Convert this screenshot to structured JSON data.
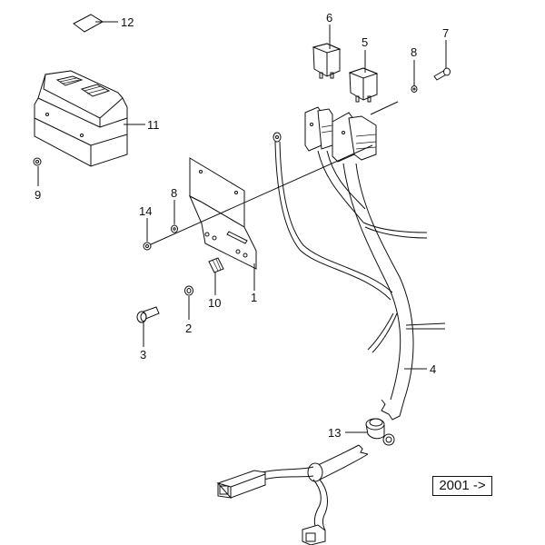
{
  "diagram": {
    "type": "exploded-parts-diagram",
    "callouts": [
      {
        "number": "1",
        "part": "mounting-bracket"
      },
      {
        "number": "2",
        "part": "washer"
      },
      {
        "number": "3",
        "part": "bolt"
      },
      {
        "number": "4",
        "part": "wiring-harness"
      },
      {
        "number": "5",
        "part": "relay"
      },
      {
        "number": "6",
        "part": "relay"
      },
      {
        "number": "7",
        "part": "screw"
      },
      {
        "number": "8",
        "part": "washer"
      },
      {
        "number": "9",
        "part": "nut"
      },
      {
        "number": "10",
        "part": "fuse-holder"
      },
      {
        "number": "11",
        "part": "cover"
      },
      {
        "number": "12",
        "part": "label"
      },
      {
        "number": "13",
        "part": "clamp"
      },
      {
        "number": "14",
        "part": "nut"
      }
    ],
    "labels": {
      "c1": "1",
      "c2": "2",
      "c3": "3",
      "c4": "4",
      "c5": "5",
      "c6": "6",
      "c7": "7",
      "c8a": "8",
      "c8b": "8",
      "c9": "9",
      "c10": "10",
      "c11": "11",
      "c12": "12",
      "c13": "13",
      "c14": "14"
    },
    "year_range": "2001 ->"
  }
}
